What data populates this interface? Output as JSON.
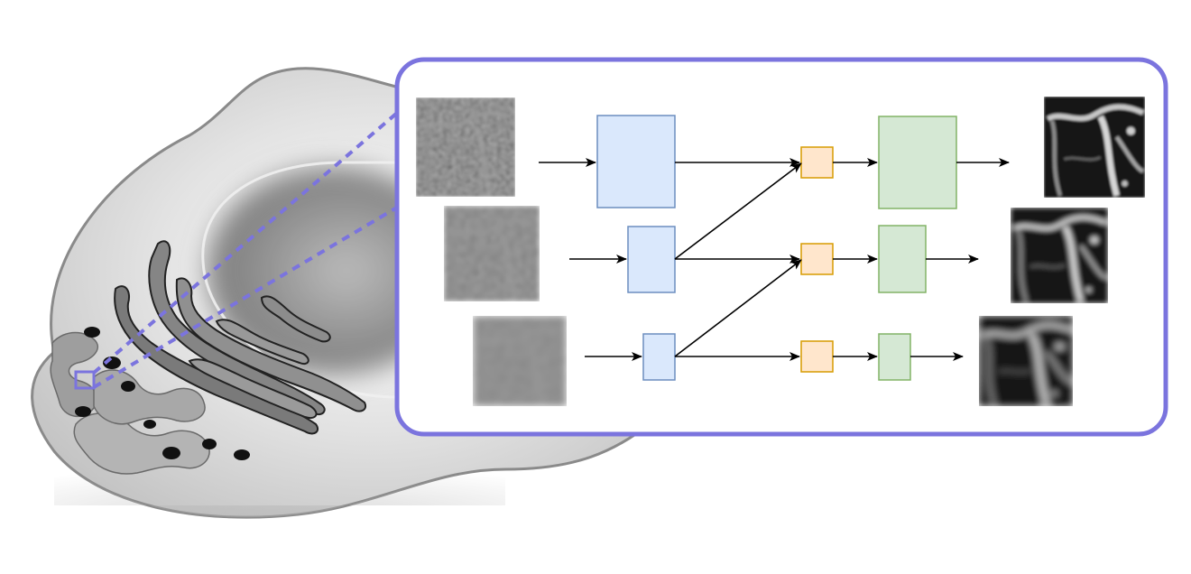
{
  "diagram": {
    "colors": {
      "frame": "#7b74de",
      "encoder_fill": "#dae8fc",
      "encoder_stroke": "#6c8ebf",
      "fusion_fill": "#ffe6cc",
      "fusion_stroke": "#d79b00",
      "decoder_fill": "#d5e8d4",
      "decoder_stroke": "#82b366",
      "arrow": "#000000",
      "cell_outline": "#8a8a8a"
    },
    "scales": [
      {
        "level": 1,
        "input_blur": "light",
        "output_tone": "dark"
      },
      {
        "level": 2,
        "input_blur": "medium",
        "output_tone": "dark"
      },
      {
        "level": 3,
        "input_blur": "heavy",
        "output_tone": "dark"
      }
    ]
  }
}
